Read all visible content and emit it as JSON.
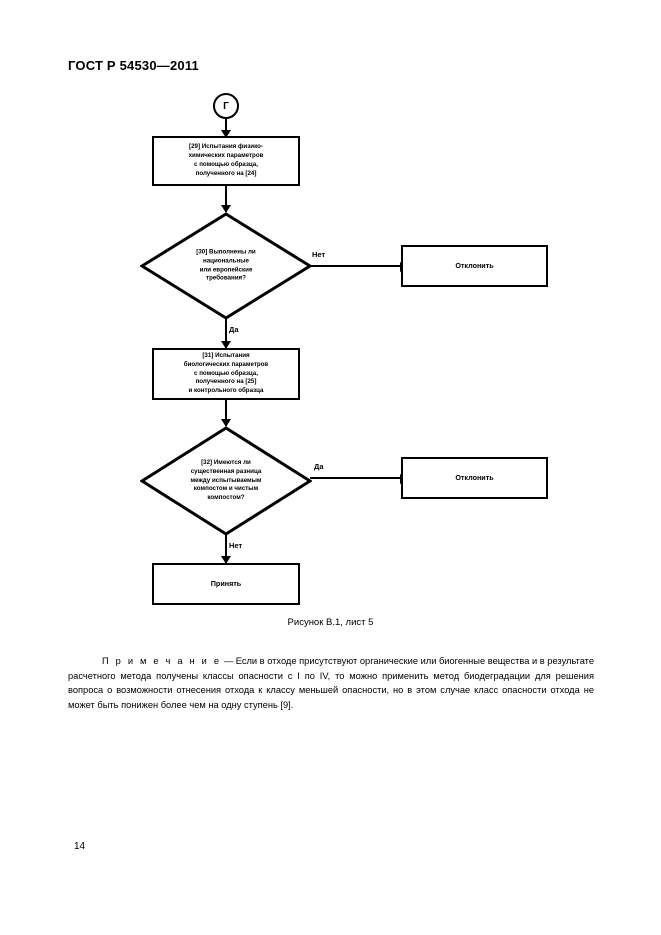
{
  "document": {
    "header": "ГОСТ Р 54530—2011",
    "page_number": "14",
    "figure_caption": "Рисунок В.1, лист 5"
  },
  "flowchart": {
    "connector": {
      "label": "Г"
    },
    "nodes": [
      {
        "id": "node-29",
        "type": "process",
        "lines": [
          "[29] Испытания физико-",
          "химических параметров",
          "с помощью образца,",
          "полученного на [24]"
        ]
      },
      {
        "id": "node-30",
        "type": "decision",
        "lines": [
          "[30] Выполнены ли",
          "национальные",
          "или европейские",
          "требования?"
        ]
      },
      {
        "id": "node-reject-1",
        "type": "terminal",
        "lines": [
          "Отклонить"
        ]
      },
      {
        "id": "node-31",
        "type": "process",
        "lines": [
          "[31] Испытания",
          "биологических параметров",
          "с помощью образца,",
          "полученного на [25]",
          "и контрольного образца"
        ]
      },
      {
        "id": "node-32",
        "type": "decision",
        "lines": [
          "[32] Имеются ли",
          "существенная разница",
          "между испытываемым",
          "компостом и чистым",
          "компостом?"
        ]
      },
      {
        "id": "node-reject-2",
        "type": "terminal",
        "lines": [
          "Отклонить"
        ]
      },
      {
        "id": "node-accept",
        "type": "terminal",
        "lines": [
          "Принять"
        ]
      }
    ],
    "edge_labels": {
      "no_1": "Нет",
      "yes_1": "Да",
      "yes_2": "Да",
      "no_2": "Нет"
    }
  },
  "note": {
    "keyword": "П р и м е ч а н и е",
    "dash": " — ",
    "text": "Если в отходе присутствуют органические или биогенные вещества и в результате расчетного метода получены классы опасности с I по IV, то можно применить метод биодеградации для решения вопроса о возможности отнесения отхода к классу меньшей опасности, но в этом случае класс опасности отхода не может быть понижен более чем на одну ступень [9]."
  }
}
